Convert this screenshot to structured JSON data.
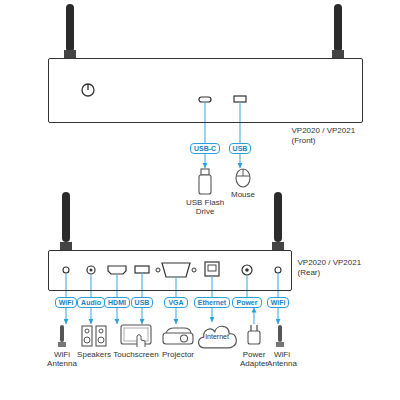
{
  "diagram": {
    "nodes": [
      {
        "text": [
          "VP2020 / VP2021 (Front)"
        ]
      },
      {
        "text": [
          "USB-C"
        ]
      },
      {
        "text": [
          "USB"
        ]
      },
      {
        "text": [
          "USB Flash Drive"
        ]
      },
      {
        "text": [
          "Mouse"
        ]
      },
      {
        "text": [
          "VP2020 / VP2021 (Rear)"
        ]
      },
      {
        "text": [
          "WiFi"
        ]
      },
      {
        "text": [
          "Audio"
        ]
      },
      {
        "text": [
          "HDMI"
        ]
      },
      {
        "text": [
          "USB"
        ]
      },
      {
        "text": [
          "VGA"
        ]
      },
      {
        "text": [
          "Ethernet"
        ]
      },
      {
        "text": [
          "Power"
        ]
      },
      {
        "text": [
          "WiFi"
        ]
      },
      {
        "text": [
          "WiFi Antenna"
        ]
      },
      {
        "text": [
          "Speakers"
        ]
      },
      {
        "text": [
          "Touchscreen"
        ]
      },
      {
        "text": [
          "Projector"
        ]
      },
      {
        "text": [
          "Internet"
        ]
      },
      {
        "text": [
          "Power Adapter"
        ]
      },
      {
        "text": [
          "WiFi Antenna"
        ]
      }
    ],
    "edges": [
      {
        "from": 1,
        "to": 3,
        "arrow": "to"
      },
      {
        "from": 2,
        "to": 4,
        "arrow": "to"
      },
      {
        "from": 6,
        "to": 14,
        "arrow": "to"
      },
      {
        "from": 7,
        "to": 15,
        "arrow": "to"
      },
      {
        "from": 8,
        "to": 16,
        "arrow": "to"
      },
      {
        "from": 9,
        "to": 16,
        "arrow": "to"
      },
      {
        "from": 10,
        "to": 17,
        "arrow": "to"
      },
      {
        "from": 11,
        "to": 18,
        "arrow": "to"
      },
      {
        "from": 19,
        "to": 12,
        "arrow": "to"
      },
      {
        "from": 13,
        "to": 20,
        "arrow": "to"
      }
    ]
  }
}
